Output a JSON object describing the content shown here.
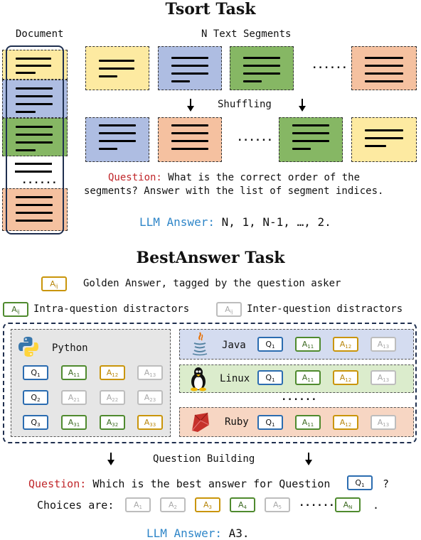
{
  "tsort": {
    "title": "Tsort Task",
    "document_label": "Document",
    "segments_label": "N Text Segments",
    "shuffling_label": "Shuffling",
    "dots": "......",
    "question_label": "Question:",
    "question_line1": "What is the correct order of the",
    "question_line2": "segments? Answer with the list of segment indices.",
    "answer_label": "LLM Answer:",
    "answer_text": "N, 1, N-1, …, 2."
  },
  "bestanswer": {
    "title": "BestAnswer Task",
    "legend": {
      "golden_desc": "Golden Answer, tagged by the question asker",
      "intra_desc": "Intra-question distractors",
      "inter_desc": "Inter-question distractors"
    },
    "python_label": "Python",
    "java_label": "Java",
    "linux_label": "Linux",
    "ruby_label": "Ruby",
    "dots": "......",
    "question_building": "Question Building",
    "question_label": "Question:",
    "question_text": "Which is the best answer for Question",
    "question_suffix": "?",
    "choices_label": "Choices are:",
    "choices_dots": "......",
    "choices_end": ".",
    "answer_label": "LLM Answer:",
    "answer_text": "A3."
  },
  "colors": {
    "yellow": "#fdeaa1",
    "blue": "#aebde2",
    "green": "#86b764",
    "orange": "#f5c1a0",
    "question_red": "#c0262a",
    "answer_blue": "#2f86c8"
  }
}
